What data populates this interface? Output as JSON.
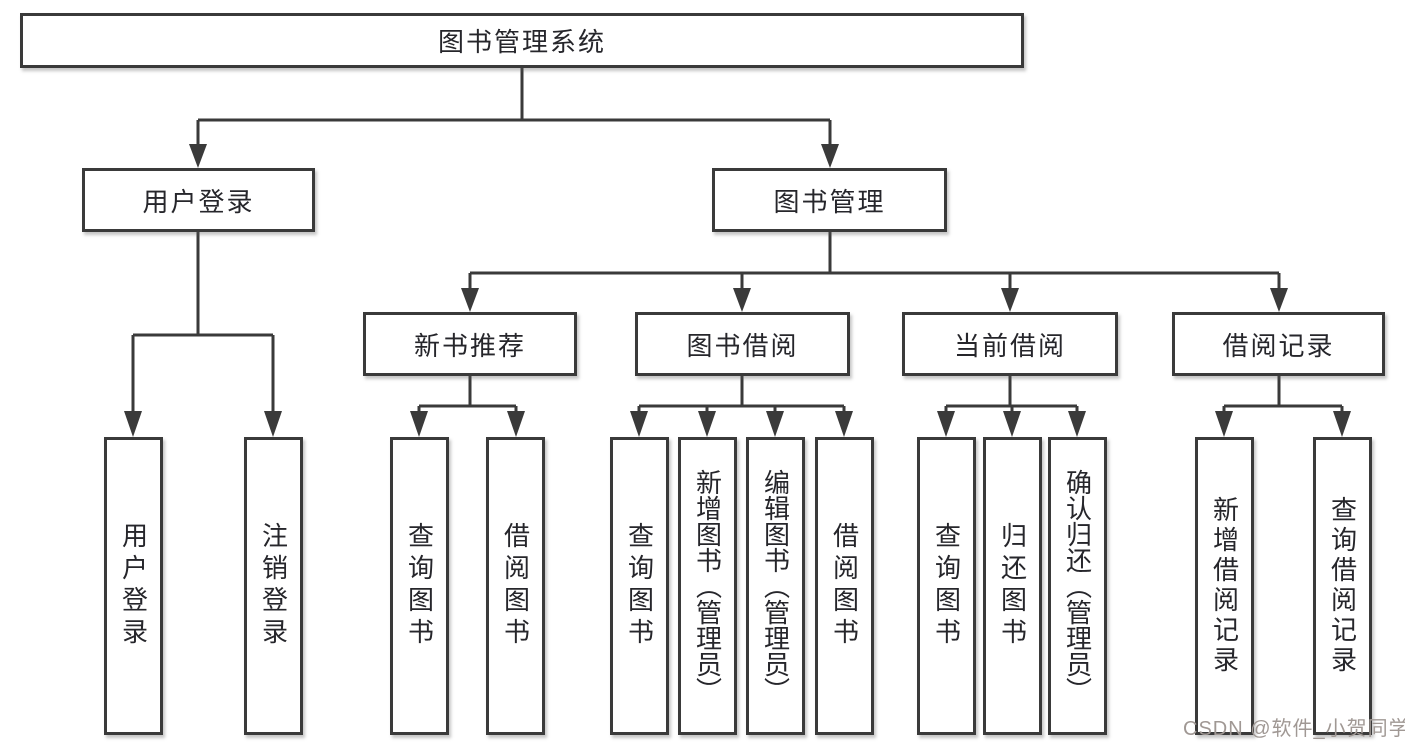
{
  "diagram": {
    "title": "图书管理系统",
    "root": "图书管理系统",
    "level2": [
      "用户登录",
      "图书管理"
    ],
    "level3": [
      "新书推荐",
      "图书借阅",
      "当前借阅",
      "借阅记录"
    ],
    "leaves": {
      "user_login": [
        "用户登录",
        "注销登录"
      ],
      "new_book_rec": [
        "查询图书",
        "借阅图书"
      ],
      "book_borrow": [
        "查询图书",
        "新增图书（管理员）",
        "编辑图书（管理员）",
        "借阅图书"
      ],
      "current_borrow": [
        "查询图书",
        "归还图书",
        "确认归还（管理员）"
      ],
      "borrow_records": [
        "新增借阅记录",
        "查询借阅记录"
      ]
    }
  },
  "colors": {
    "line": "#3a3a3a",
    "box_border": "#3a3a3a",
    "text": "#26262b",
    "background": "#ffffff",
    "watermark": "#a09894"
  },
  "watermark": "CSDN @软件_小贺同学"
}
